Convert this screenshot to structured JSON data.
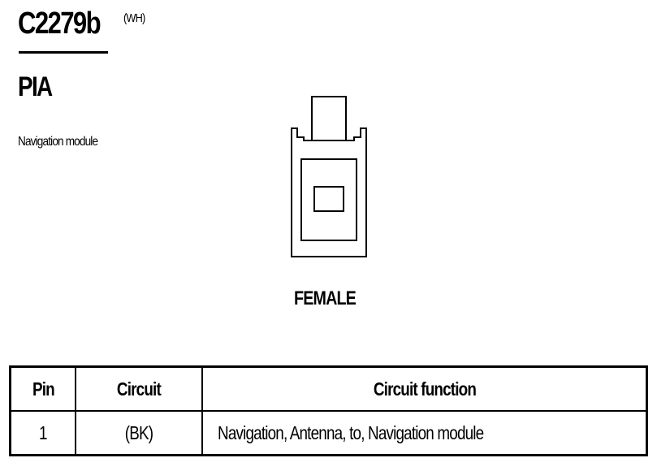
{
  "connector": {
    "id": "C2279b",
    "color_code": "(WH)",
    "harness_code": "PIA",
    "component": "Navigation module",
    "gender": "FEMALE"
  },
  "pin_table": {
    "headers": {
      "pin": "Pin",
      "circuit": "Circuit",
      "function": "Circuit function"
    },
    "rows": [
      {
        "pin": "1",
        "circuit": "(BK)",
        "function": "Navigation, Antenna, to, Navigation module"
      }
    ]
  }
}
